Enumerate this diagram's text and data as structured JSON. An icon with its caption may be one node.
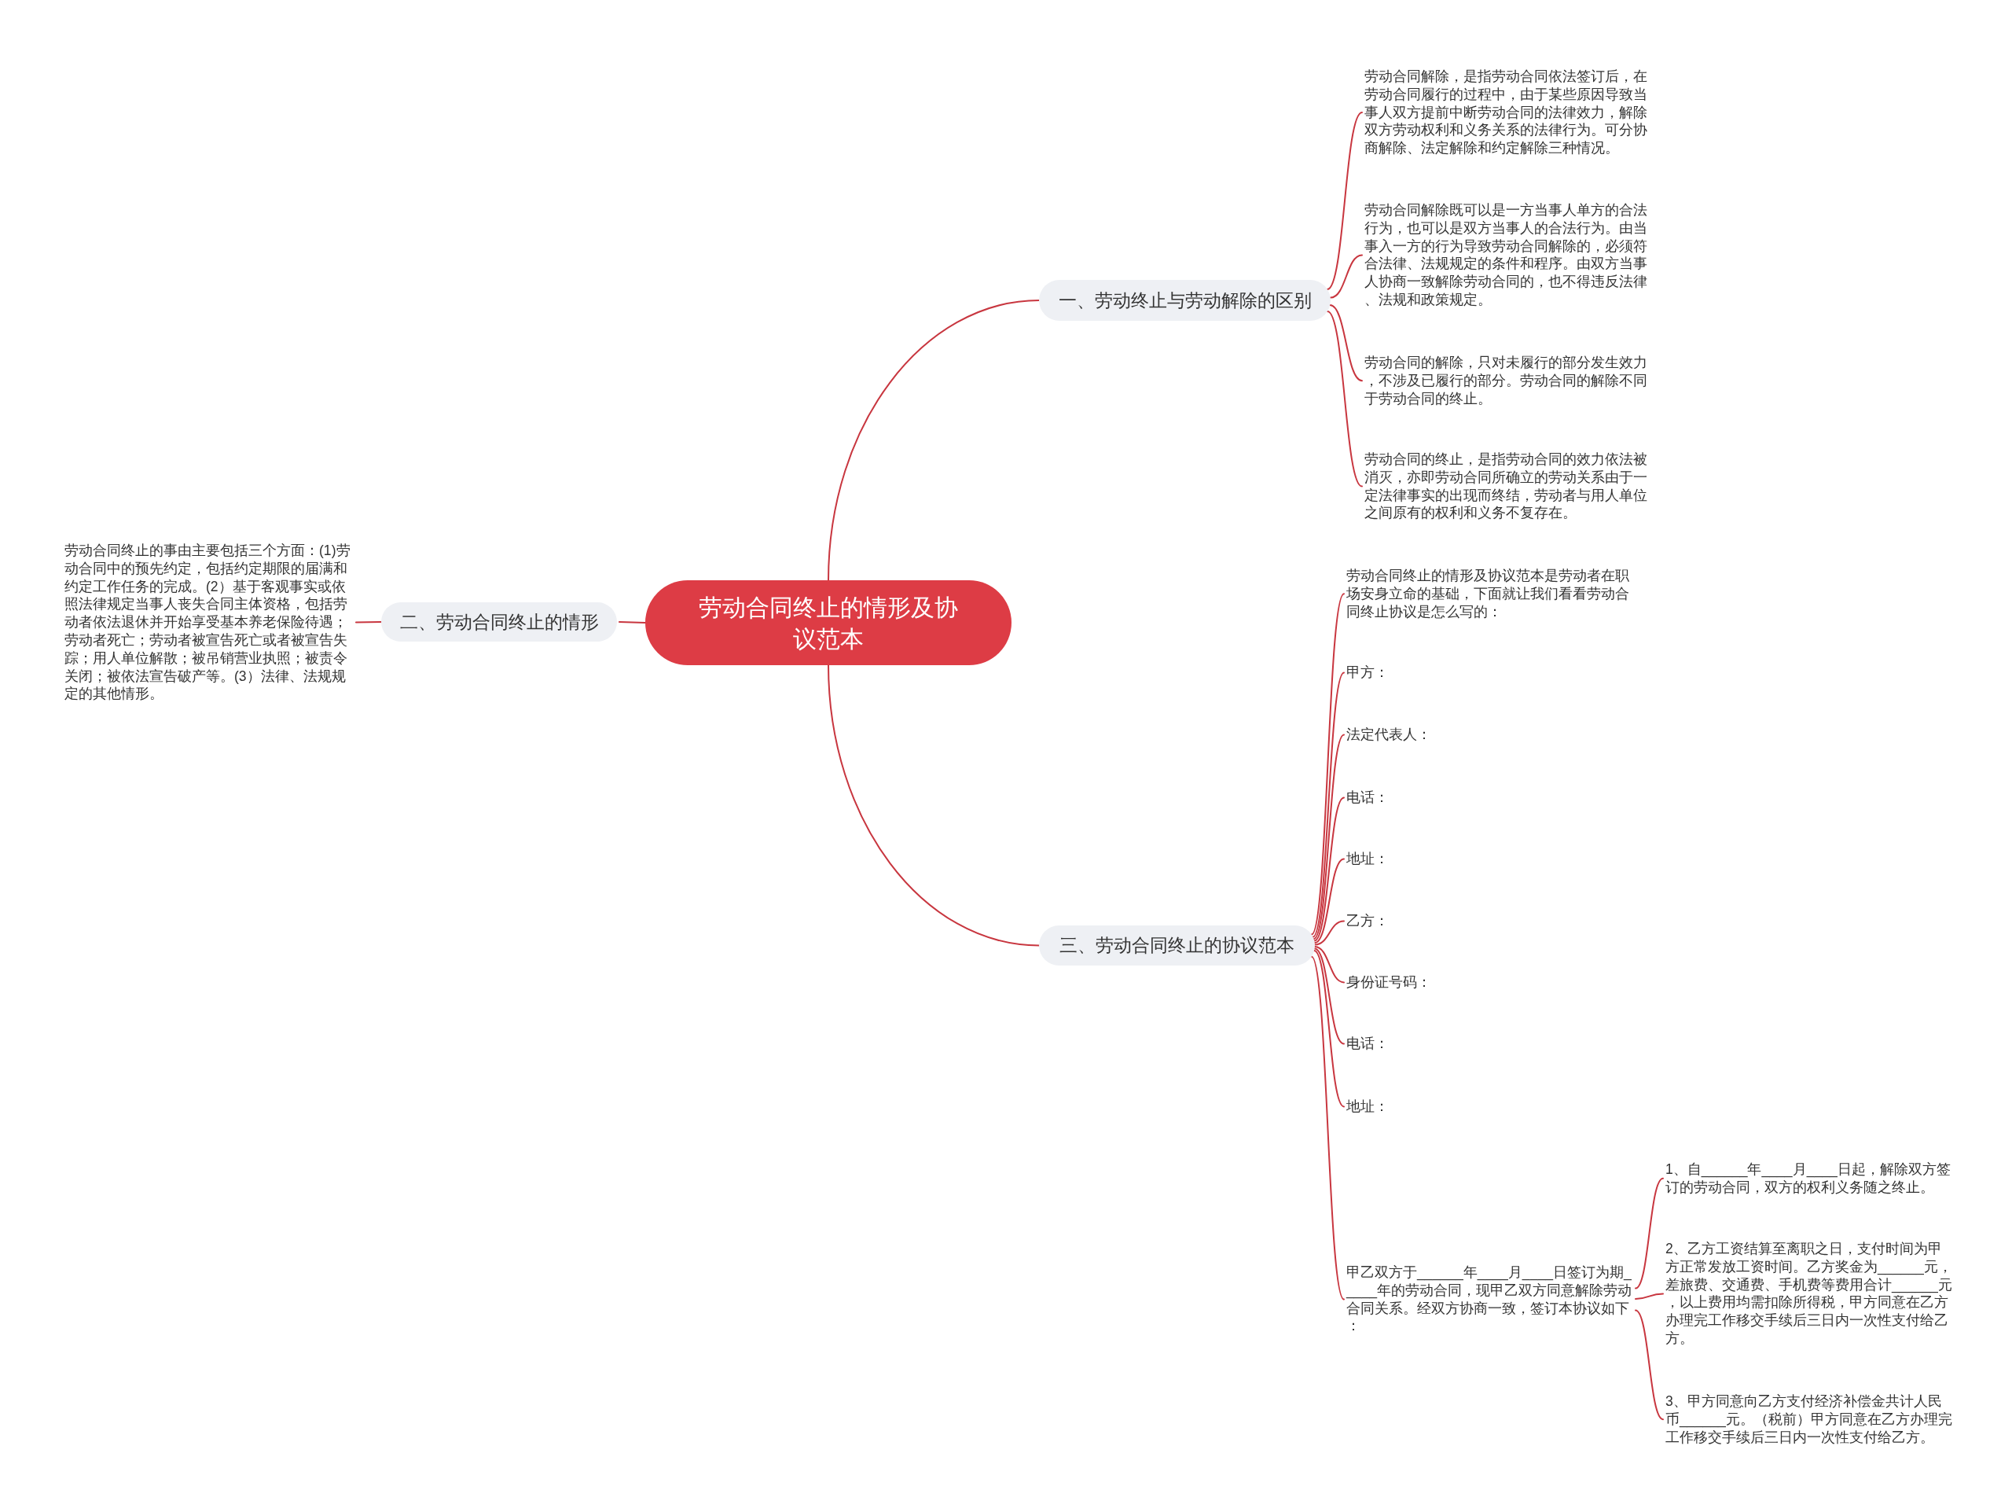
{
  "diagram": {
    "nodes": [
      {
        "text": [
          "劳动合同终止的情形及协议范本"
        ]
      },
      {
        "text": [
          "一、劳动终止与劳动解除的区别"
        ]
      },
      {
        "text": [
          "劳动合同解除，是指劳动合同依法签订后，在劳动合同履行的过程中，由于某些原因导致当事人双方提前中断劳动合同的法律效力，解除双方劳动权利和义务关系的法律行为。可分协商解除、法定解除和约定解除三种情况。"
        ]
      },
      {
        "text": [
          "劳动合同解除既可以是一方当事人单方的合法行为，也可以是双方当事人的合法行为。由当事入一方的行为导致劳动合同解除的，必须符合法律、法规规定的条件和程序。由双方当事人协商一致解除劳动合同的，也不得违反法律、法规和政策规定。"
        ]
      },
      {
        "text": [
          "劳动合同的解除，只对未履行的部分发生效力，不涉及已履行的部分。劳动合同的解除不同于劳动合同的终止。"
        ]
      },
      {
        "text": [
          "劳动合同的终止，是指劳动合同的效力依法被消灭，亦即劳动合同所确立的劳动关系由于一定法律事实的出现而终结，劳动者与用人单位之间原有的权利和义务不复存在。"
        ]
      },
      {
        "text": [
          "二、劳动合同终止的情形"
        ]
      },
      {
        "text": [
          "劳动合同终止的事由主要包括三个方面：(1)劳动合同中的预先约定，包括约定期限的届满和约定工作任务的完成。(2）基于客观事实或依照法律规定当事人丧失合同主体资格，包括劳动者依法退休并开始享受基本养老保险待遇；劳动者死亡；劳动者被宣告死亡或者被宣告失踪；用人单位解散；被吊销营业执照；被责令关闭；被依法宣告破产等。(3）法律、法规规定的其他情形。"
        ]
      },
      {
        "text": [
          "三、劳动合同终止的协议范本"
        ]
      },
      {
        "text": [
          "劳动合同终止的情形及协议范本是劳动者在职场安身立命的基础，下面就让我们看看劳动合同终止协议是怎么写的："
        ]
      },
      {
        "text": [
          "甲方："
        ]
      },
      {
        "text": [
          "法定代表人："
        ]
      },
      {
        "text": [
          "电话："
        ]
      },
      {
        "text": [
          "地址："
        ]
      },
      {
        "text": [
          "乙方："
        ]
      },
      {
        "text": [
          "身份证号码："
        ]
      },
      {
        "text": [
          "电话："
        ]
      },
      {
        "text": [
          "地址："
        ]
      },
      {
        "text": [
          "甲乙双方于______年____月____日签订为期_____年的劳动合同，现甲乙双方同意解除劳动合同关系。经双方协商一致，签订本协议如下："
        ]
      },
      {
        "text": [
          "1、自______年____月____日起，解除双方签订的劳动合同，双方的权利义务随之终止。"
        ]
      },
      {
        "text": [
          "2、乙方工资结算至离职之日，支付时间为甲方正常发放工资时间。乙方奖金为______元，差旅费、交通费、手机费等费用合计______元，以上费用均需扣除所得税，甲方同意在乙方办理完工作移交手续后三日内一次性支付给乙方。"
        ]
      },
      {
        "text": [
          "3、甲方同意向乙方支付经济补偿金共计人民币______元。（税前）甲方同意在乙方办理完工作移交手续后三日内一次性支付给乙方。"
        ]
      }
    ],
    "edges": [
      {
        "from": 0,
        "to": 1,
        "arrow": "none"
      },
      {
        "from": 0,
        "to": 6,
        "arrow": "none"
      },
      {
        "from": 0,
        "to": 8,
        "arrow": "none"
      },
      {
        "from": 1,
        "to": 2,
        "arrow": "none"
      },
      {
        "from": 1,
        "to": 3,
        "arrow": "none"
      },
      {
        "from": 1,
        "to": 4,
        "arrow": "none"
      },
      {
        "from": 1,
        "to": 5,
        "arrow": "none"
      },
      {
        "from": 6,
        "to": 7,
        "arrow": "none"
      },
      {
        "from": 8,
        "to": 9,
        "arrow": "none"
      },
      {
        "from": 8,
        "to": 10,
        "arrow": "none"
      },
      {
        "from": 8,
        "to": 11,
        "arrow": "none"
      },
      {
        "from": 8,
        "to": 12,
        "arrow": "none"
      },
      {
        "from": 8,
        "to": 13,
        "arrow": "none"
      },
      {
        "from": 8,
        "to": 14,
        "arrow": "none"
      },
      {
        "from": 8,
        "to": 15,
        "arrow": "none"
      },
      {
        "from": 8,
        "to": 16,
        "arrow": "none"
      },
      {
        "from": 8,
        "to": 17,
        "arrow": "none"
      },
      {
        "from": 8,
        "to": 18,
        "arrow": "none"
      },
      {
        "from": 18,
        "to": 19,
        "arrow": "none"
      },
      {
        "from": 18,
        "to": 20,
        "arrow": "none"
      },
      {
        "from": 18,
        "to": 21,
        "arrow": "none"
      }
    ]
  }
}
